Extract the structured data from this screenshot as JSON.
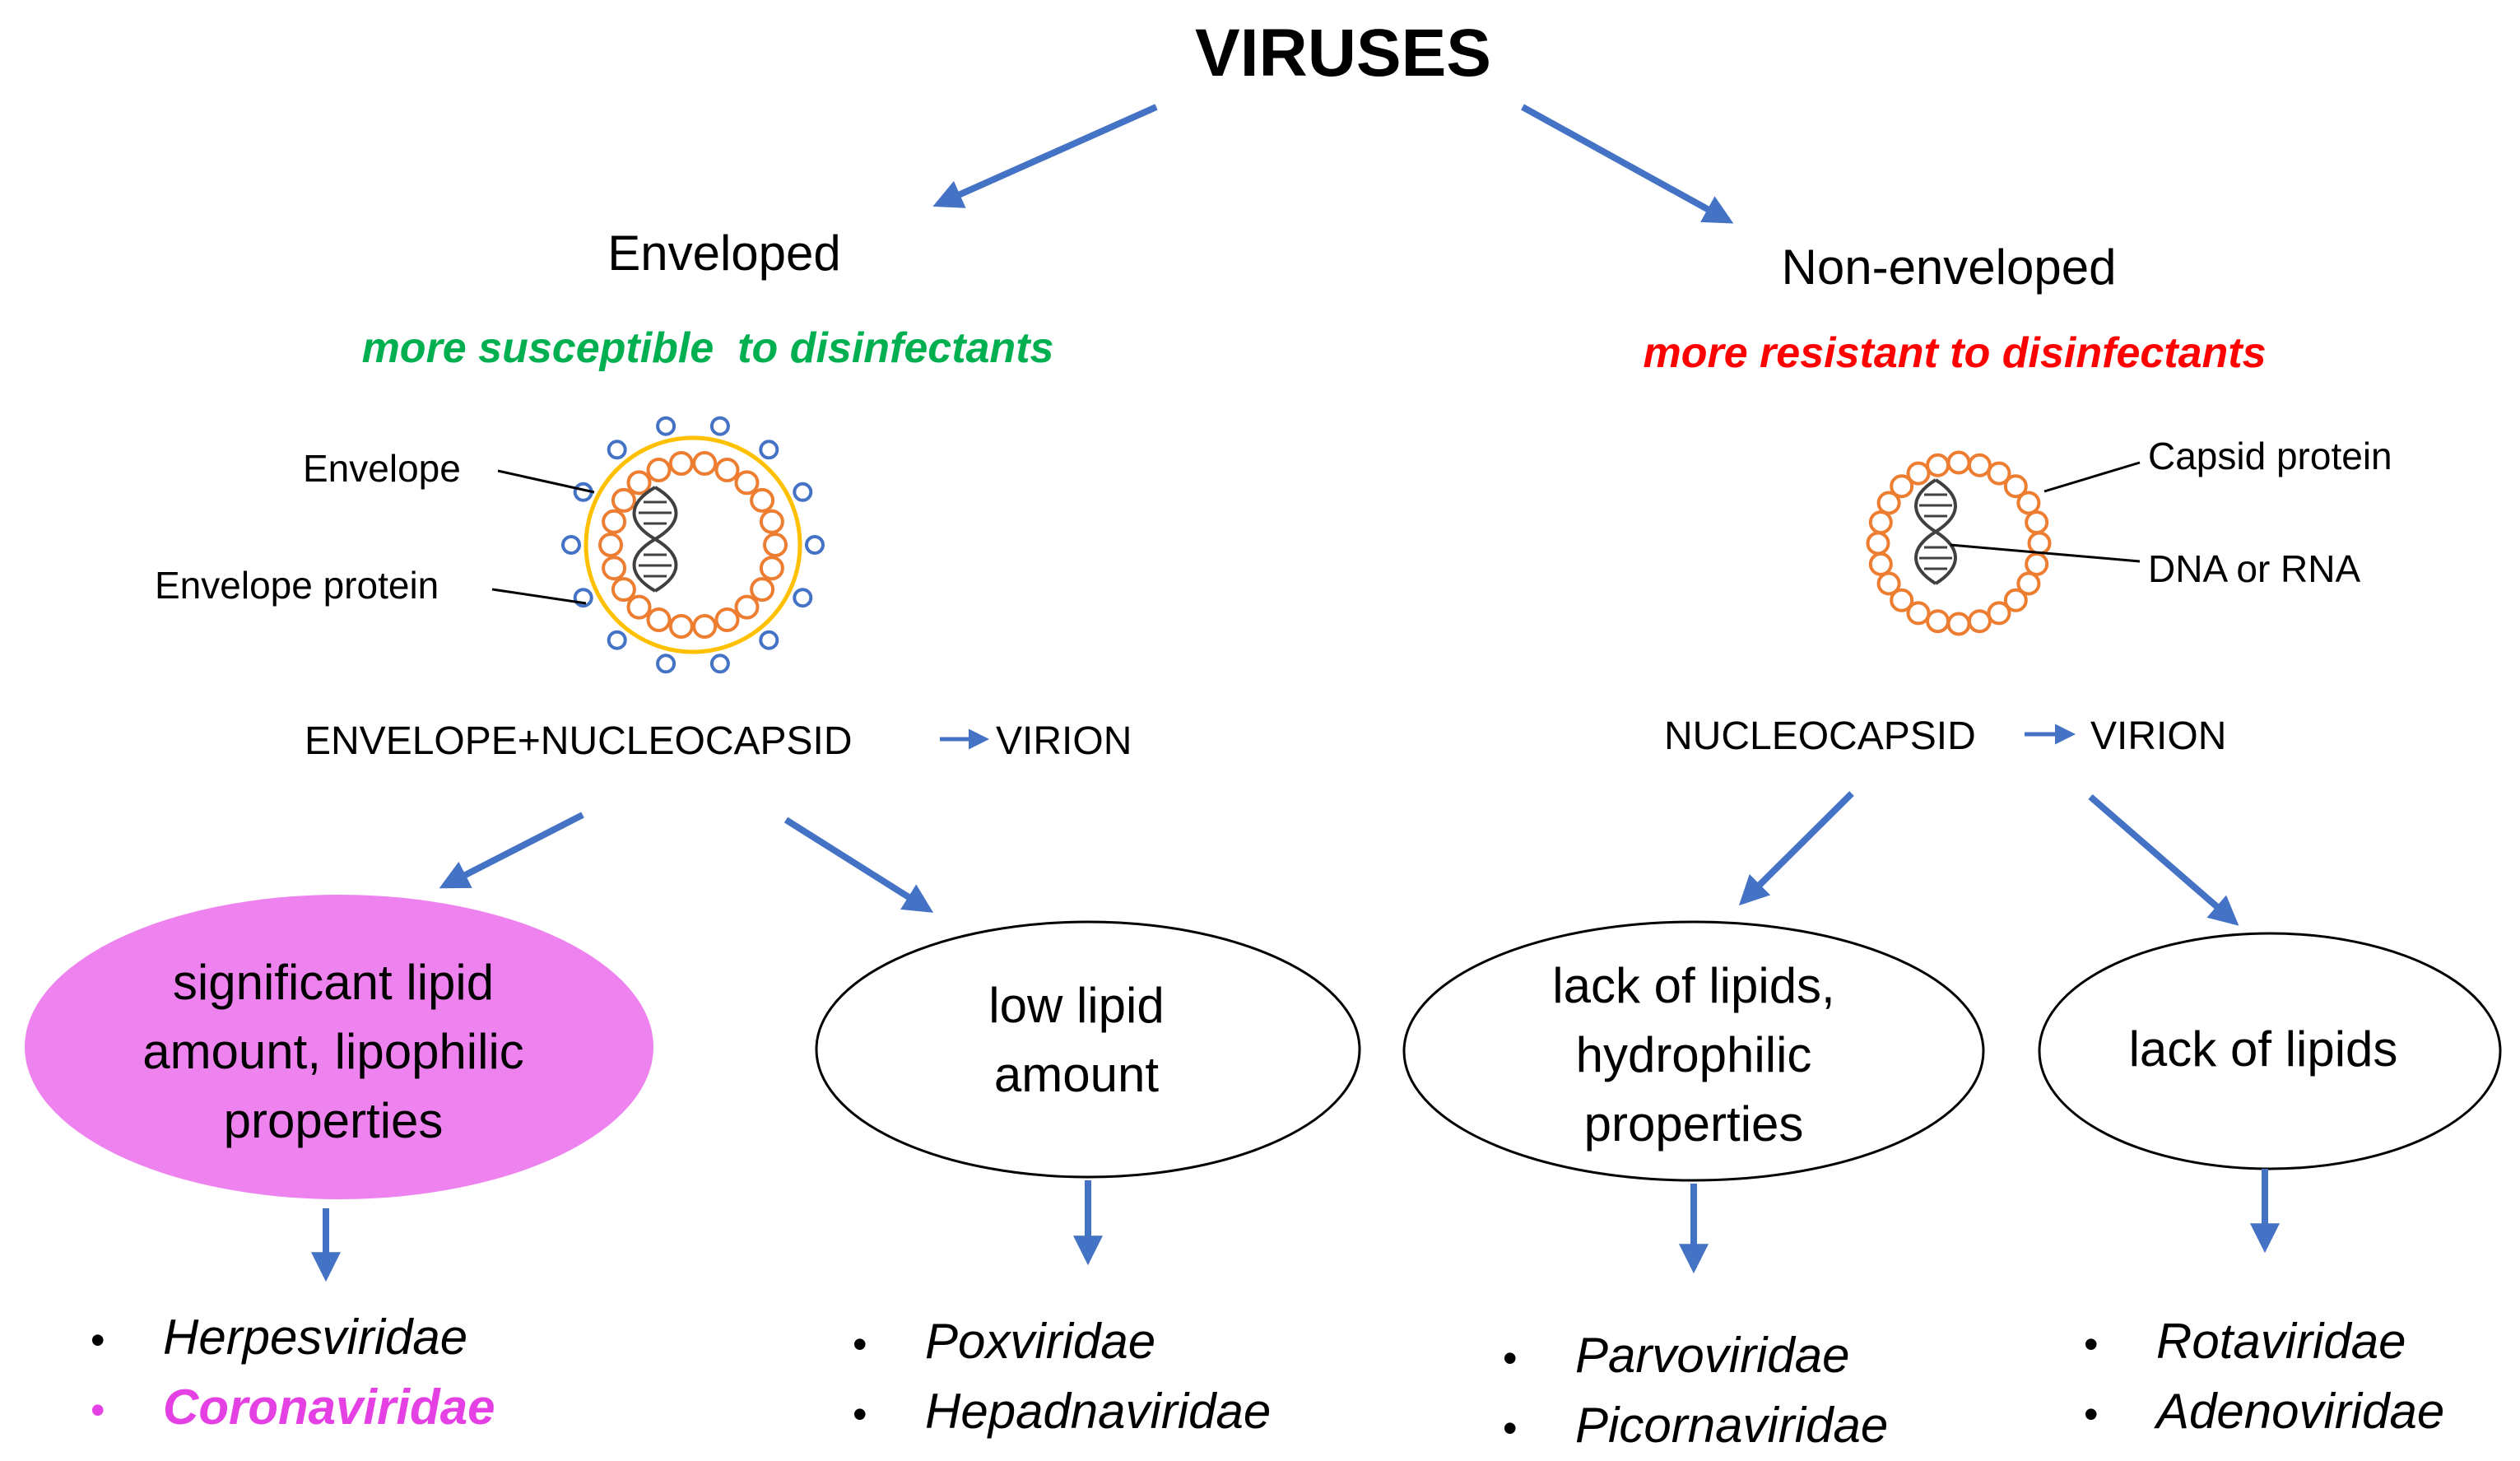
{
  "title": "VIRUSES",
  "colors": {
    "arrow": "#4472C4",
    "susceptible": "#00B050",
    "resistant": "#FF0000",
    "highlight_fill": "#EE82EE",
    "highlight_text": "#E440E4",
    "capsid": "#ED7D31",
    "envelope_line": "#FFC000",
    "envelope_protein": "#4472C4",
    "dna": "#404040"
  },
  "enveloped": {
    "heading": "Enveloped",
    "note": "more susceptible  to disinfectants",
    "diagram": {
      "envelope_label": "Envelope",
      "protein_label": "Envelope protein"
    },
    "formula": {
      "left": "ENVELOPE+NUCLEOCAPSID",
      "right": "VIRION"
    },
    "groups": [
      {
        "oval_lines": [
          "significant lipid",
          "amount, lipophilic",
          "properties"
        ],
        "families": [
          {
            "name": "Herpesviridae",
            "highlight": false
          },
          {
            "name": "Coronaviridae",
            "highlight": true
          }
        ]
      },
      {
        "oval_lines": [
          "low lipid",
          "amount"
        ],
        "families": [
          {
            "name": "Poxviridae",
            "highlight": false
          },
          {
            "name": "Hepadnaviridae",
            "highlight": false
          }
        ]
      }
    ]
  },
  "non_enveloped": {
    "heading": "Non-enveloped",
    "note": "more resistant to disinfectants",
    "diagram": {
      "capsid_label": "Capsid protein",
      "nucleic_label": "DNA or RNA"
    },
    "formula": {
      "left": "NUCLEOCAPSID",
      "right": "VIRION"
    },
    "groups": [
      {
        "oval_lines": [
          "lack of lipids,",
          "hydrophilic",
          "properties"
        ],
        "families": [
          {
            "name": "Parvoviridae",
            "highlight": false
          },
          {
            "name": "Picornaviridae",
            "highlight": false
          }
        ]
      },
      {
        "oval_lines": [
          "lack of lipids"
        ],
        "families": [
          {
            "name": "Rotaviridae",
            "highlight": false
          },
          {
            "name": "Adenoviridae",
            "highlight": false
          }
        ]
      }
    ]
  }
}
